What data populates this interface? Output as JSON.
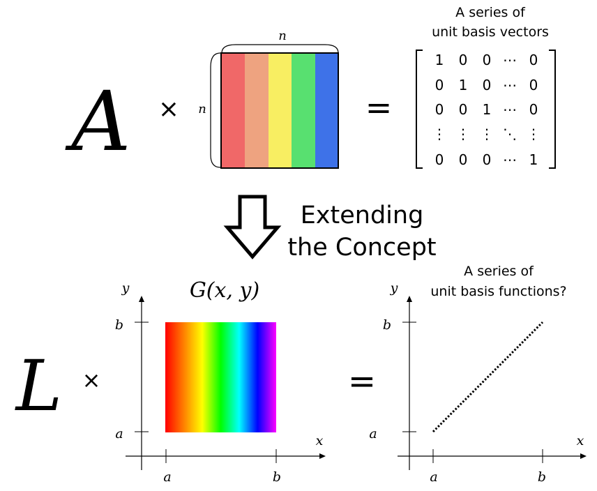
{
  "top": {
    "symbol_A": "A",
    "times_sign": "×",
    "dim_top": "n",
    "dim_left": "n",
    "equals_sign": "=",
    "caption_line1": "A series of",
    "caption_line2": "unit basis vectors",
    "stripe_colors": [
      "#f06868",
      "#eea380",
      "#f8ee62",
      "#58e070",
      "#3e72e8"
    ],
    "matrix_rows": [
      [
        "1",
        "0",
        "0",
        "⋯",
        "0"
      ],
      [
        "0",
        "1",
        "0",
        "⋯",
        "0"
      ],
      [
        "0",
        "0",
        "1",
        "⋯",
        "0"
      ],
      [
        "⋮",
        "⋮",
        "⋮",
        "⋱",
        "⋮"
      ],
      [
        "0",
        "0",
        "0",
        "⋯",
        "1"
      ]
    ]
  },
  "middle": {
    "label_line1": "Extending",
    "label_line2": "the Concept",
    "arrow_icon": "down-arrow-icon"
  },
  "bottom": {
    "symbol_L": "L",
    "times_sign": "×",
    "equals_sign": "=",
    "function_label": "G(x, y)",
    "caption_line1": "A series of",
    "caption_line2": "unit basis functions?",
    "gradient_colors": [
      "#ff0000",
      "#ff8000",
      "#ffff00",
      "#00ff00",
      "#00ffff",
      "#0000ff",
      "#ff00ff"
    ],
    "left_plot": {
      "y_label": "y",
      "x_label": "x",
      "tick_b_y": "b",
      "tick_a_y": "a",
      "tick_a_x": "a",
      "tick_b_x": "b"
    },
    "right_plot": {
      "y_label": "y",
      "x_label": "x",
      "tick_b_y": "b",
      "tick_a_y": "a",
      "tick_a_x": "a",
      "tick_b_x": "b"
    }
  }
}
